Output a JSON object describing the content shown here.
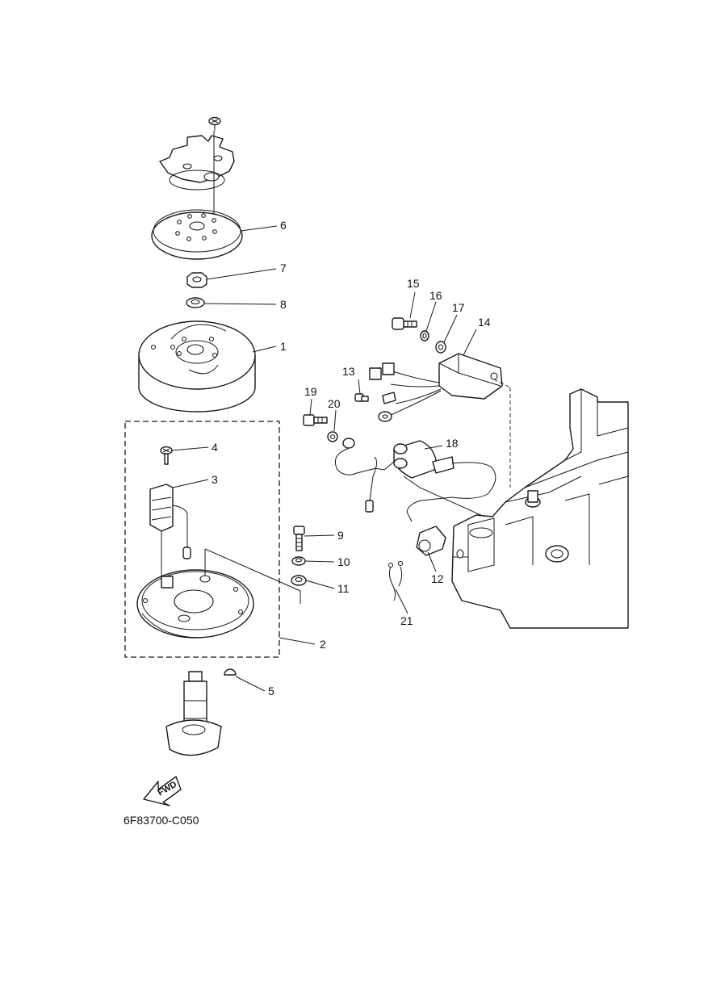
{
  "diagram_code": "6F83700-C050",
  "fwd_label": "FWD",
  "callouts": [
    "1",
    "2",
    "3",
    "4",
    "5",
    "6",
    "7",
    "8",
    "9",
    "10",
    "11",
    "12",
    "13",
    "14",
    "15",
    "16",
    "17",
    "18",
    "19",
    "20",
    "21"
  ]
}
